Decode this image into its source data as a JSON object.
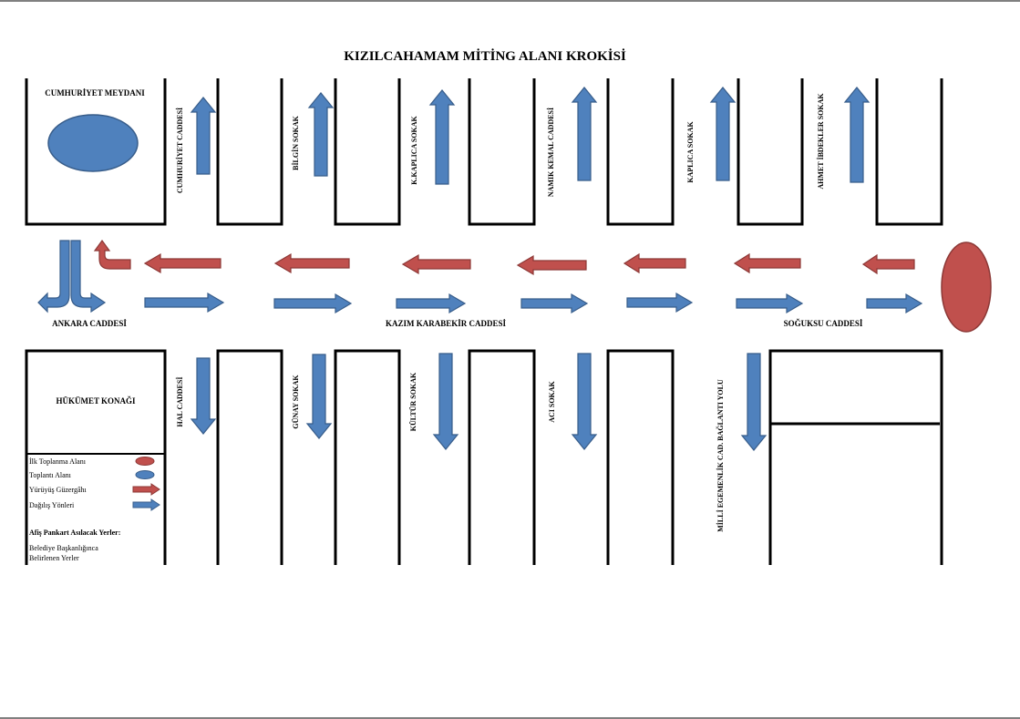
{
  "title": "KIZILCAHAMAM MİTİNG ALANI KROKİSİ",
  "areas": {
    "cumhuriyet_meydani": "CUMHURİYET MEYDANI",
    "hukumet_konagi": "HÜKÜMET KONAĞI"
  },
  "main_streets": {
    "ankara": "ANKARA CADDESİ",
    "kazim_karabekir": "KAZIM KARABEKİR CADDESİ",
    "soguksu": "SOĞUKSU CADDESİ"
  },
  "top_streets": [
    "CUMHURİYET CADDESİ",
    "BİLGİN SOKAK",
    "K.KAPLICA SOKAK",
    "NAMIK KEMAL CADDESİ",
    "KAPLICA SOKAK",
    "AHMET İBDEKLER SOKAK"
  ],
  "bottom_streets": [
    "HAL CADDESİ",
    "GÜNAY SOKAK",
    "KÜLTÜR SOKAK",
    "ACI SOKAK",
    "MİLLİ EGEMENLİK CAD. BAĞLANTI YOLU"
  ],
  "legend": {
    "items": [
      {
        "label": "İlk Toplanma Alanı",
        "symbol": "red-ellipse"
      },
      {
        "label": "Toplantı Alanı",
        "symbol": "blue-ellipse"
      },
      {
        "label": "Yürüyüş Güzergâhı",
        "symbol": "red-arrow"
      },
      {
        "label": "Dağılış Yönleri",
        "symbol": "blue-arrow"
      }
    ],
    "poster_heading": "Afiş Pankart Asılacak Yerler:",
    "poster_line1": "Belediye Başkanlığınca",
    "poster_line2": "Belirlenen Yerler"
  },
  "colors": {
    "march_route": "#C0504D",
    "dispersal": "#4F81BD",
    "outline_red": "#8C3836",
    "outline_blue": "#385D8A"
  }
}
